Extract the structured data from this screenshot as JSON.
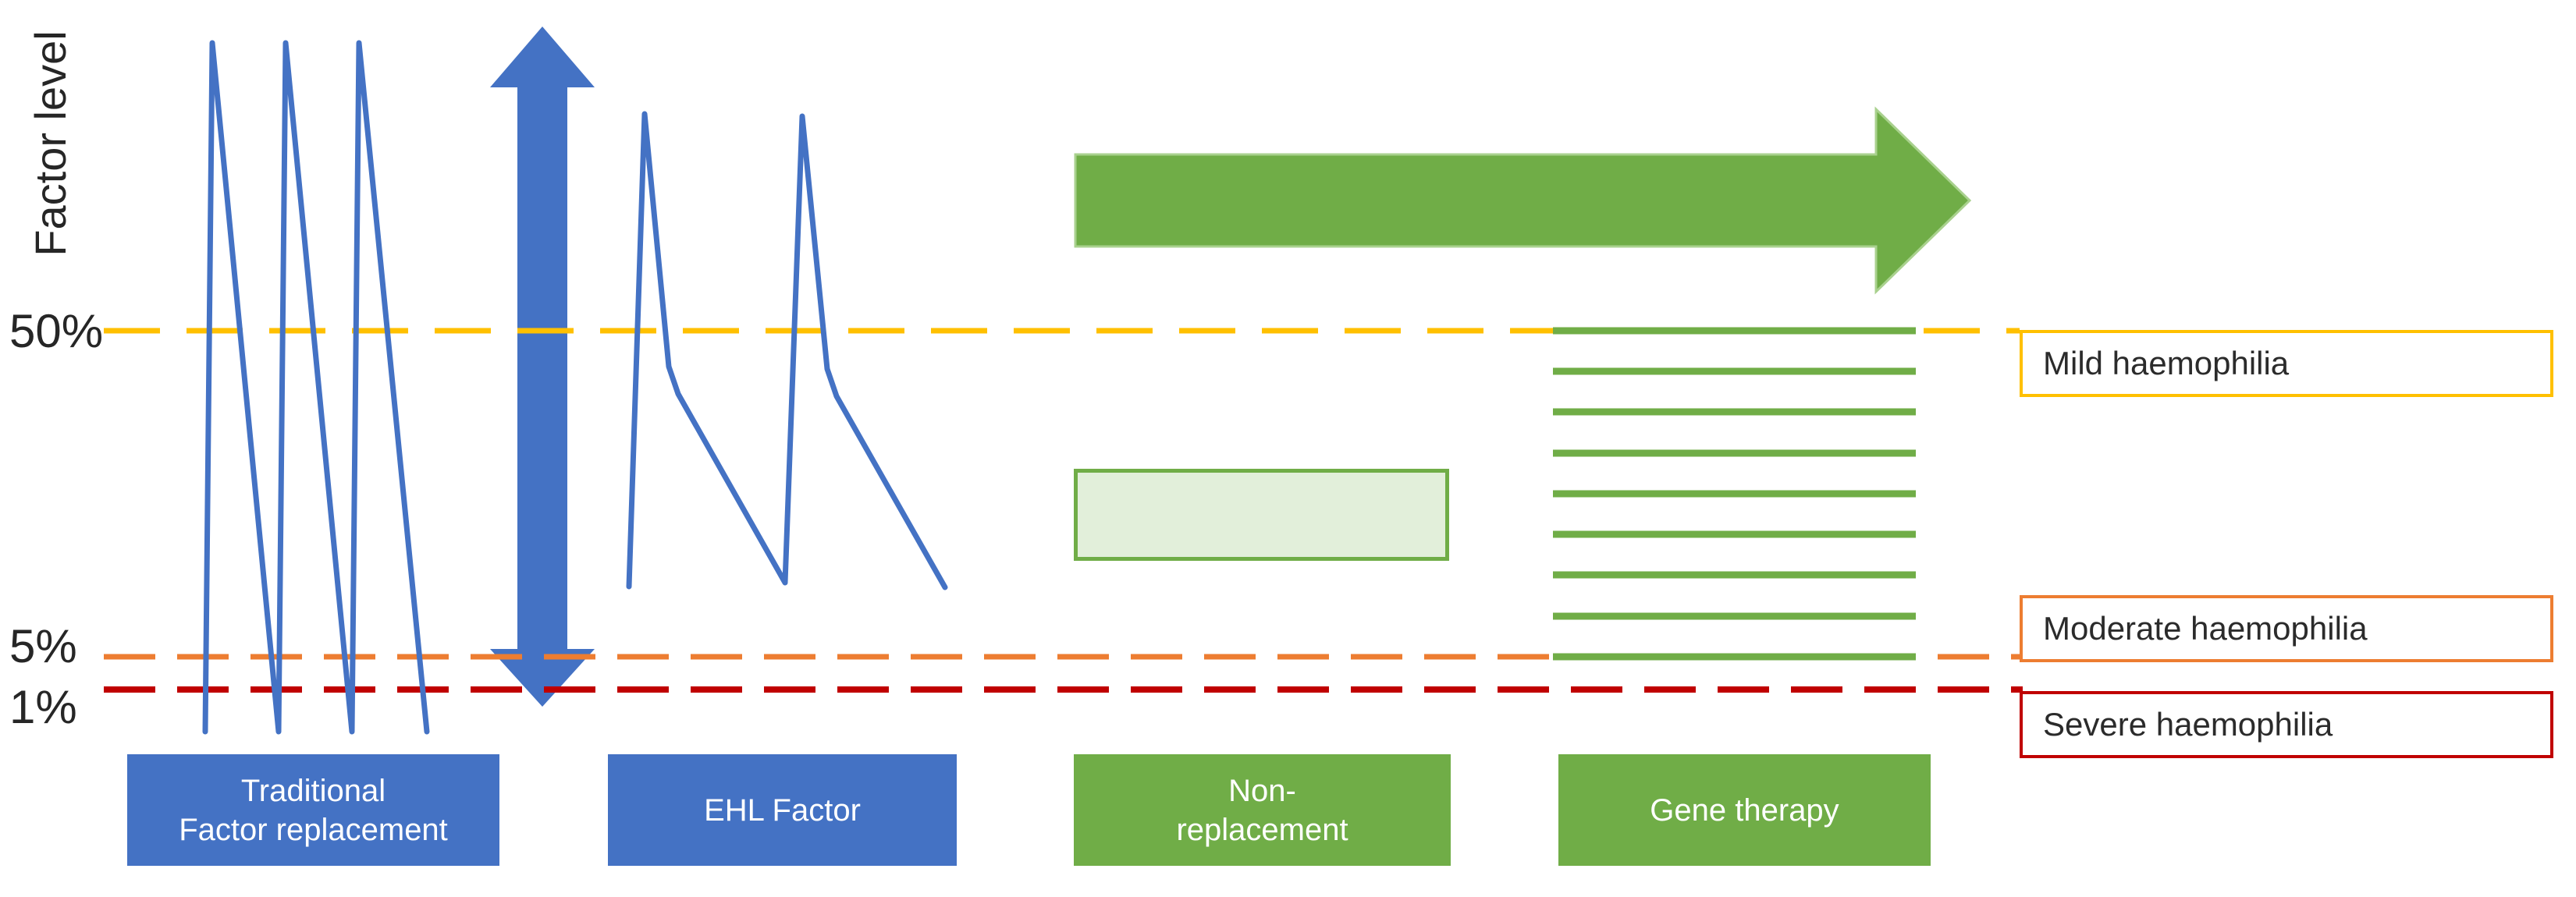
{
  "axis": {
    "title": "Factor level",
    "ticks": [
      "50%",
      "5%",
      "1%"
    ]
  },
  "severity": [
    {
      "label": "Mild haemophilia",
      "threshold": "50%",
      "color": "#FFC000"
    },
    {
      "label": "Moderate haemophilia",
      "threshold": "5%",
      "color": "#ED7D31"
    },
    {
      "label": "Severe haemophilia",
      "threshold": "1%",
      "color": "#C00000"
    }
  ],
  "therapies": [
    {
      "line1": "Traditional",
      "line2": "Factor replacement",
      "color": "#4472C4"
    },
    {
      "line1": "EHL Factor",
      "line2": "",
      "color": "#4472C4"
    },
    {
      "line1": "Non-",
      "line2": "replacement",
      "color": "#70AD47"
    },
    {
      "line1": "Gene therapy",
      "line2": "",
      "color": "#70AD47"
    }
  ],
  "colors": {
    "blue": "#4472C4",
    "green": "#70AD47",
    "light_green_fill": "#E2EFDA",
    "green_edge": "#A9D18E",
    "yellow_50": "#FFC000",
    "orange_5": "#ED7D31",
    "red_1": "#C00000",
    "text": "#262626"
  },
  "chart_data": {
    "type": "line",
    "title": "",
    "ylabel": "Factor level",
    "xlabel": "",
    "grid": false,
    "thresholds": [
      {
        "label": "50%",
        "severity": "Mild haemophilia",
        "line_style": "dashed",
        "color": "#FFC000"
      },
      {
        "label": "5%",
        "severity": "Moderate haemophilia",
        "line_style": "dashed",
        "color": "#ED7D31"
      },
      {
        "label": "1%",
        "severity": "Severe haemophilia",
        "line_style": "dashed",
        "color": "#C00000"
      }
    ],
    "series": [
      {
        "name": "Traditional Factor replacement",
        "shape": "sawtooth",
        "peaks": 3,
        "peak_level_pct": 100,
        "trough_level_pct": 0.5,
        "color": "#4472C4"
      },
      {
        "name": "EHL Factor",
        "shape": "sawtooth-slow-decay",
        "peaks": 2,
        "peak_level_pct": 90,
        "trough_level_pct": 8,
        "color": "#4472C4"
      },
      {
        "name": "Non-replacement",
        "shape": "steady-band",
        "level_range_pct": [
          15,
          25
        ],
        "color": "#70AD47"
      },
      {
        "name": "Gene therapy",
        "shape": "stable-horizontal-lines",
        "line_count": 9,
        "level_range_pct": [
          5,
          50
        ],
        "color": "#70AD47"
      }
    ],
    "annotations": [
      "blue double-headed vertical arrow spanning 1%-100% between traditional and EHL curves",
      "green horizontal arrow pointing right above non-replacement and gene therapy"
    ]
  }
}
